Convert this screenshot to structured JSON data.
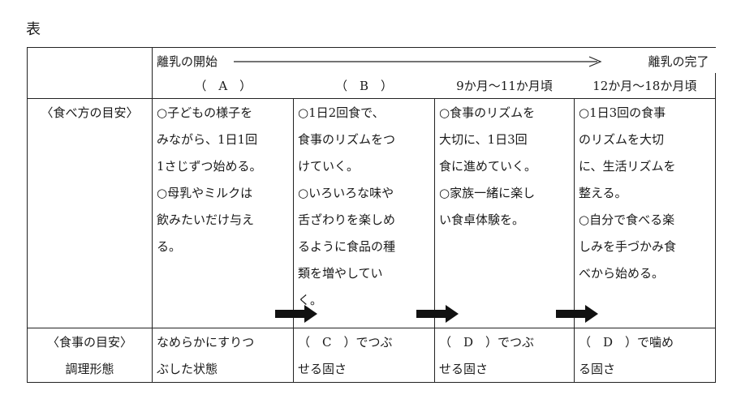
{
  "caption": "表",
  "header": {
    "start": "離乳の開始",
    "end": "離乳の完了",
    "periods": [
      "（　A　）",
      "（　B　）",
      "9か月～11か月頃",
      "12か月～18か月頃"
    ]
  },
  "rows": {
    "eating_guide": {
      "label": "〈食べ方の目安〉",
      "cells": [
        [
          "○子どもの様子を",
          "みながら、1日1回",
          "1さじずつ始める。",
          "○母乳やミルクは",
          "飲みたいだけ与え",
          "る。"
        ],
        [
          "○1日2回食で、",
          "食事のリズムをつ",
          "けていく。",
          "○いろいろな味や",
          "舌ざわりを楽しめ",
          "るように食品の種",
          "類を増やしてい",
          "く。"
        ],
        [
          "○食事のリズムを",
          "大切に、1日3回",
          "食に進めていく。",
          "○家族一緒に楽し",
          "い食卓体験を。"
        ],
        [
          "○1日3回の食事",
          "のリズムを大切",
          "に、生活リズムを",
          "整える。",
          "○自分で食べる楽",
          "しみを手づかみ食",
          "べから始める。"
        ]
      ]
    },
    "meal_guide": {
      "label1": "〈食事の目安〉",
      "label2": "調理形態",
      "cells": [
        [
          "なめらかにすりつ",
          "ぶした状態"
        ],
        [
          "（　C　）でつぶ",
          "せる固さ"
        ],
        [
          "（　D　）でつぶ",
          "せる固さ"
        ],
        [
          "（　D　）で噛め",
          "る固さ"
        ]
      ]
    }
  }
}
